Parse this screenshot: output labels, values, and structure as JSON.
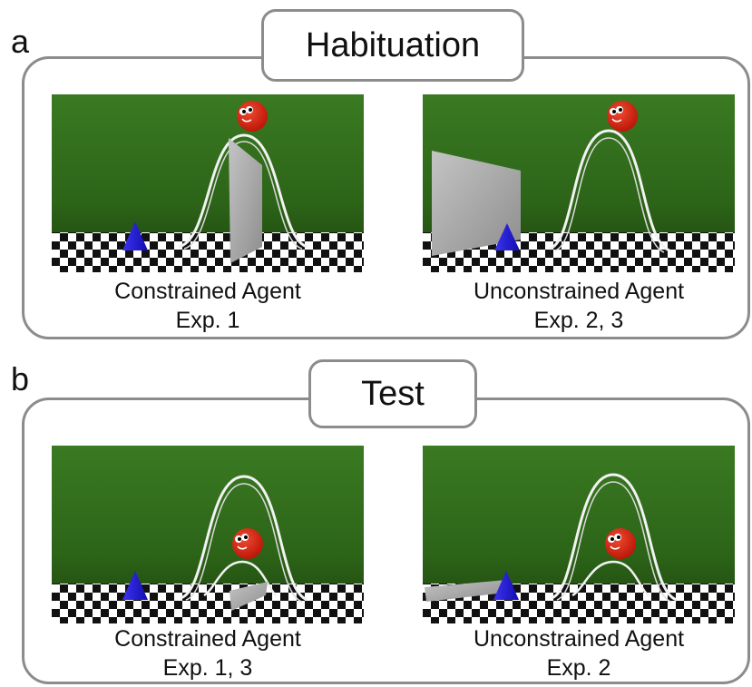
{
  "panel_a": {
    "letter": "a",
    "title": "Habituation",
    "left": {
      "caption_line1": "Constrained Agent",
      "caption_line2": "Exp. 1"
    },
    "right": {
      "caption_line1": "Unconstrained Agent",
      "caption_line2": "Exp. 2, 3"
    }
  },
  "panel_b": {
    "letter": "b",
    "title": "Test",
    "left": {
      "caption_line1": "Constrained Agent",
      "caption_line2": "Exp. 1, 3"
    },
    "right": {
      "caption_line1": "Unconstrained Agent",
      "caption_line2": "Exp. 2"
    }
  },
  "colors": {
    "frame": "#8c8c8c",
    "wall_green": "#2f6a1a",
    "agent_red": "#d81e0e",
    "goal_blue": "#1a10d8",
    "barrier_gray": "#a9a9a9"
  },
  "icons": [
    "red-ball-agent",
    "blue-cone-goal",
    "gray-wall-barrier",
    "checkered-floor",
    "white-trajectory-path"
  ]
}
